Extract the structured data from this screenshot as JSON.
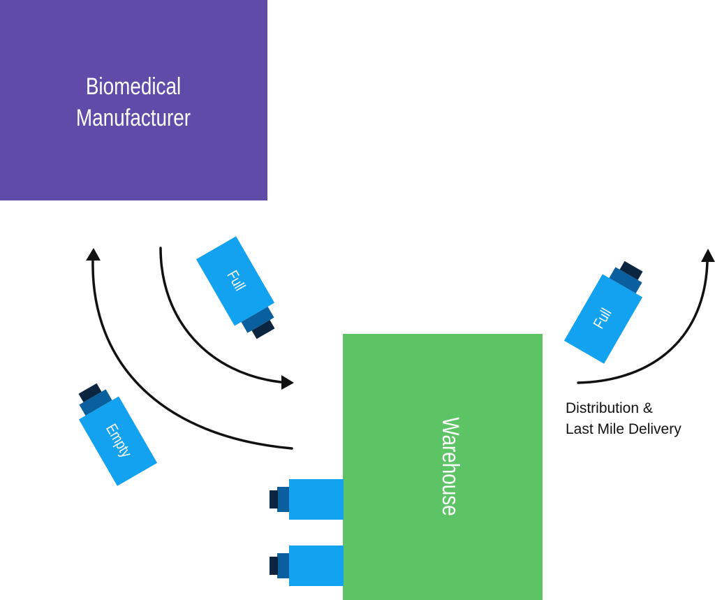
{
  "colors": {
    "manufacturer": "#604ba8",
    "warehouse": "#5cc464",
    "cylinder_body": "#12a2ef",
    "cylinder_neck": "#0a5f9e",
    "cylinder_cap": "#0b2540",
    "arrow": "#111111",
    "box_text": "#ffffff"
  },
  "manufacturer": {
    "line1": "Biomedical",
    "line2": "Manufacturer"
  },
  "warehouse": {
    "label": "Warehouse"
  },
  "cylinders": {
    "full_to_warehouse": "Full",
    "empty_return": "Empty",
    "full_outbound": "Full"
  },
  "distribution": {
    "line1": "Distribution &",
    "line2": "Last Mile Delivery"
  },
  "icons": {
    "arrow_return": "arrow-up-icon",
    "arrow_in": "arrow-right-icon",
    "arrow_out": "arrow-up-right-icon",
    "cylinder": "gas-cylinder-icon"
  }
}
